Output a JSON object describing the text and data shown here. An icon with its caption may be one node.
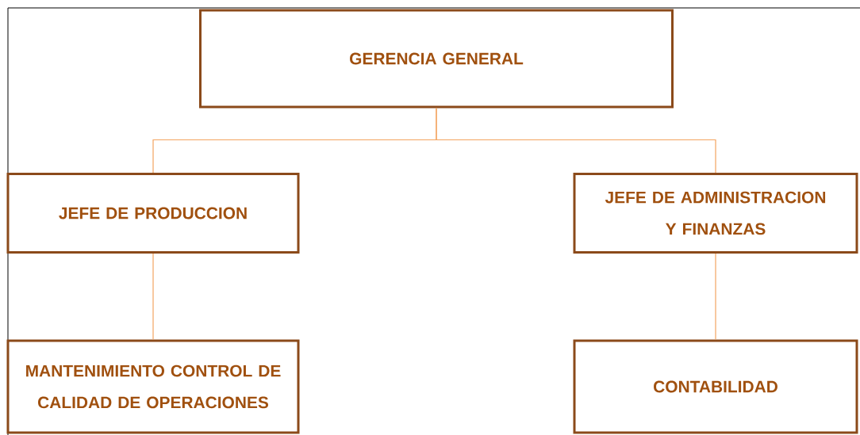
{
  "diagram": {
    "nodes": [
      {
        "text": [
          "GERENCIA GENERAL"
        ]
      },
      {
        "text": [
          "JEFE DE PRODUCCION"
        ]
      },
      {
        "text": [
          "JEFE DE ADMINISTRACION Y FINANZAS"
        ]
      },
      {
        "text": [
          "MANTENIMIENTO CONTROL DE CALIDAD DE OPERACIONES"
        ]
      },
      {
        "text": [
          "CONTABILIDAD"
        ]
      }
    ],
    "edges": [
      {
        "from": 0,
        "to": 1,
        "arrow": "none"
      },
      {
        "from": 0,
        "to": 2,
        "arrow": "none"
      },
      {
        "from": 1,
        "to": 3,
        "arrow": "none"
      },
      {
        "from": 2,
        "to": 4,
        "arrow": "none"
      }
    ]
  }
}
